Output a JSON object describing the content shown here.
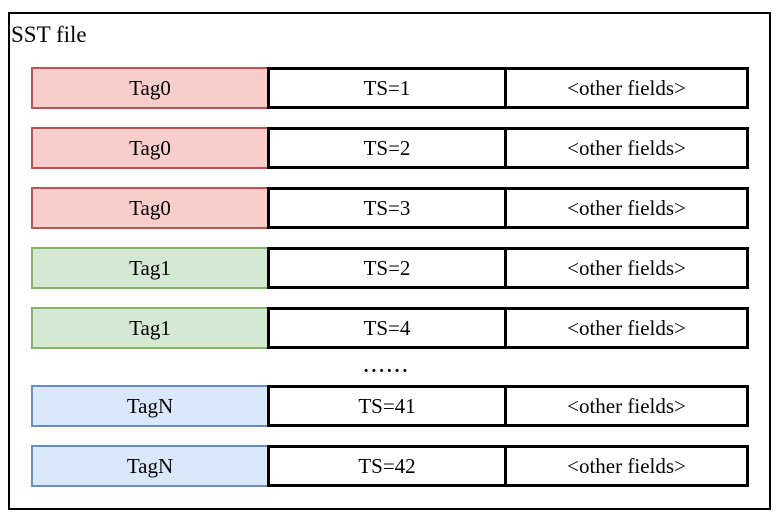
{
  "title": "SST file",
  "ellipsis": "......",
  "ellipsis_after_row": 4,
  "colors": {
    "red": {
      "fill": "#f8cecc",
      "stroke": "#b85450"
    },
    "green": {
      "fill": "#d5e8d4",
      "stroke": "#82b366"
    },
    "blue": {
      "fill": "#dae8fc",
      "stroke": "#6c8ebf"
    }
  },
  "border_color": "#000000",
  "rows": [
    {
      "tag": "Tag0",
      "ts": "TS=1",
      "other": "<other fields>",
      "color": "red"
    },
    {
      "tag": "Tag0",
      "ts": "TS=2",
      "other": "<other fields>",
      "color": "red"
    },
    {
      "tag": "Tag0",
      "ts": "TS=3",
      "other": "<other fields>",
      "color": "red"
    },
    {
      "tag": "Tag1",
      "ts": "TS=2",
      "other": "<other fields>",
      "color": "green"
    },
    {
      "tag": "Tag1",
      "ts": "TS=4",
      "other": "<other fields>",
      "color": "green"
    },
    {
      "tag": "TagN",
      "ts": "TS=41",
      "other": "<other fields>",
      "color": "blue"
    },
    {
      "tag": "TagN",
      "ts": "TS=42",
      "other": "<other fields>",
      "color": "blue"
    }
  ]
}
